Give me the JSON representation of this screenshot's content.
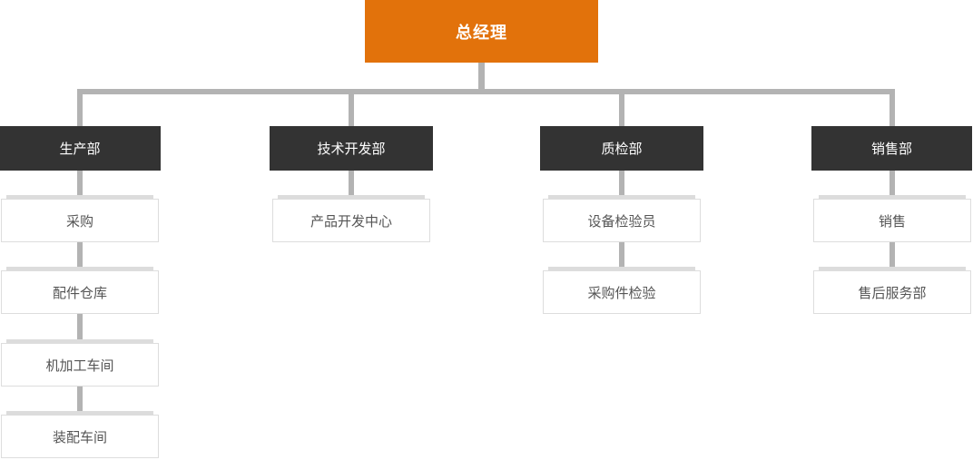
{
  "org_chart": {
    "root": {
      "label": "总经理"
    },
    "departments": [
      {
        "label": "生产部",
        "children": [
          "采购",
          "配件仓库",
          "机加工车间",
          "装配车间"
        ]
      },
      {
        "label": "技术开发部",
        "children": [
          "产品开发中心"
        ]
      },
      {
        "label": "质检部",
        "children": [
          "设备检验员",
          "采购件检验"
        ]
      },
      {
        "label": "销售部",
        "children": [
          "销售",
          "售后服务部"
        ]
      }
    ],
    "colors": {
      "root_bg": "#e2720b",
      "dept_bg": "#333333",
      "connector": "#b3b3b3",
      "child_border": "#dddddd",
      "child_text": "#555555",
      "node_text": "#ffffff"
    }
  }
}
